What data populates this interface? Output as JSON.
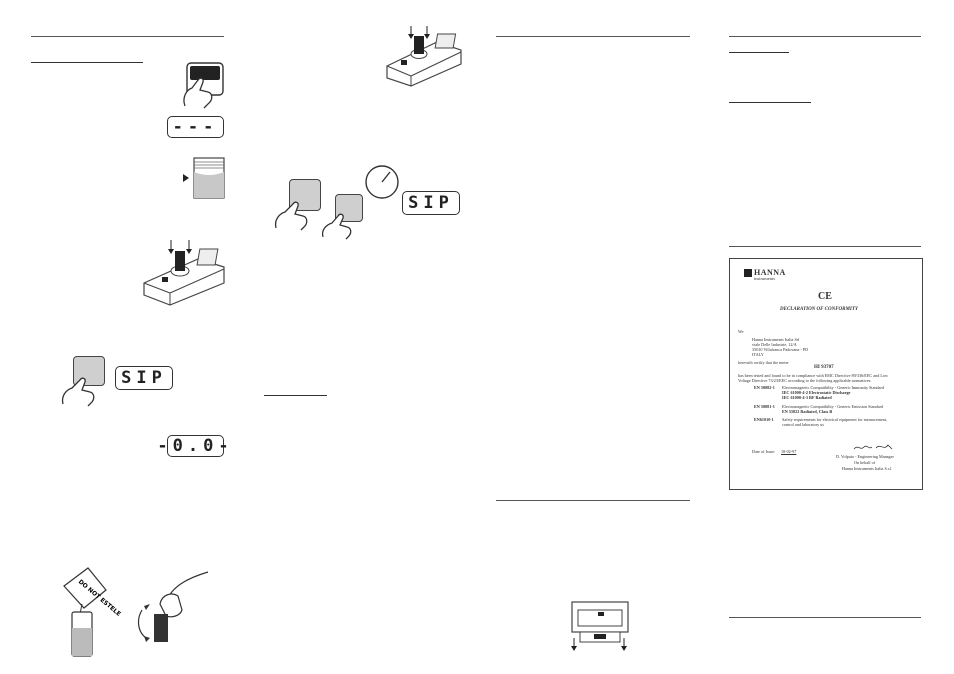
{
  "displays": {
    "dashes": "---",
    "sip_1": "SIP",
    "zero": "-0.0-",
    "sip_2": "SIP"
  },
  "sachet_label": "DO NOT ESTELE",
  "declaration": {
    "logo_text": "HANNA",
    "logo_sub": "instruments",
    "ce_mark": "CE",
    "title": "DECLARATION OF CONFORMITY",
    "we": "We",
    "address": [
      "Hanna Instruments Italia Srl",
      "viale Delle Industrie, 12/A",
      "35010 Villafranca Padovana - PD",
      "ITALY"
    ],
    "certify_line": "herewith certify that the meter",
    "model": "HI 93707",
    "compliance": [
      "has been tested and found to be in compliance with EMC Directive 89/336/EEC and Low",
      "Voltage Directive 73/23/EEC according to the following applicable normatives:"
    ],
    "norms": [
      {
        "code": "EN 50082-1",
        "lines": [
          "Electromagnetic Compatibility - Generic Immunity Standard",
          "IEC 61000-4-2  Electrostatic Discharge",
          "IEC 61000-4-3  RF Radiated"
        ]
      },
      {
        "code": "EN 50081-1",
        "lines": [
          "Electromagnetic Compatibility - Generic Emission Standard",
          "EN 55022  Radiated, Class B"
        ]
      },
      {
        "code": "EN61010-1",
        "lines": [
          "Safety requirements for electrical equipment for measurement,",
          "control and laboratory us"
        ]
      }
    ],
    "date_label": "Date of Issue:",
    "date_value": "18-02-97",
    "signer": "D. Volpato - Engineering Manager",
    "on_behalf": "On behalf of",
    "company": "Hanna Instruments Italia S.r.l."
  }
}
